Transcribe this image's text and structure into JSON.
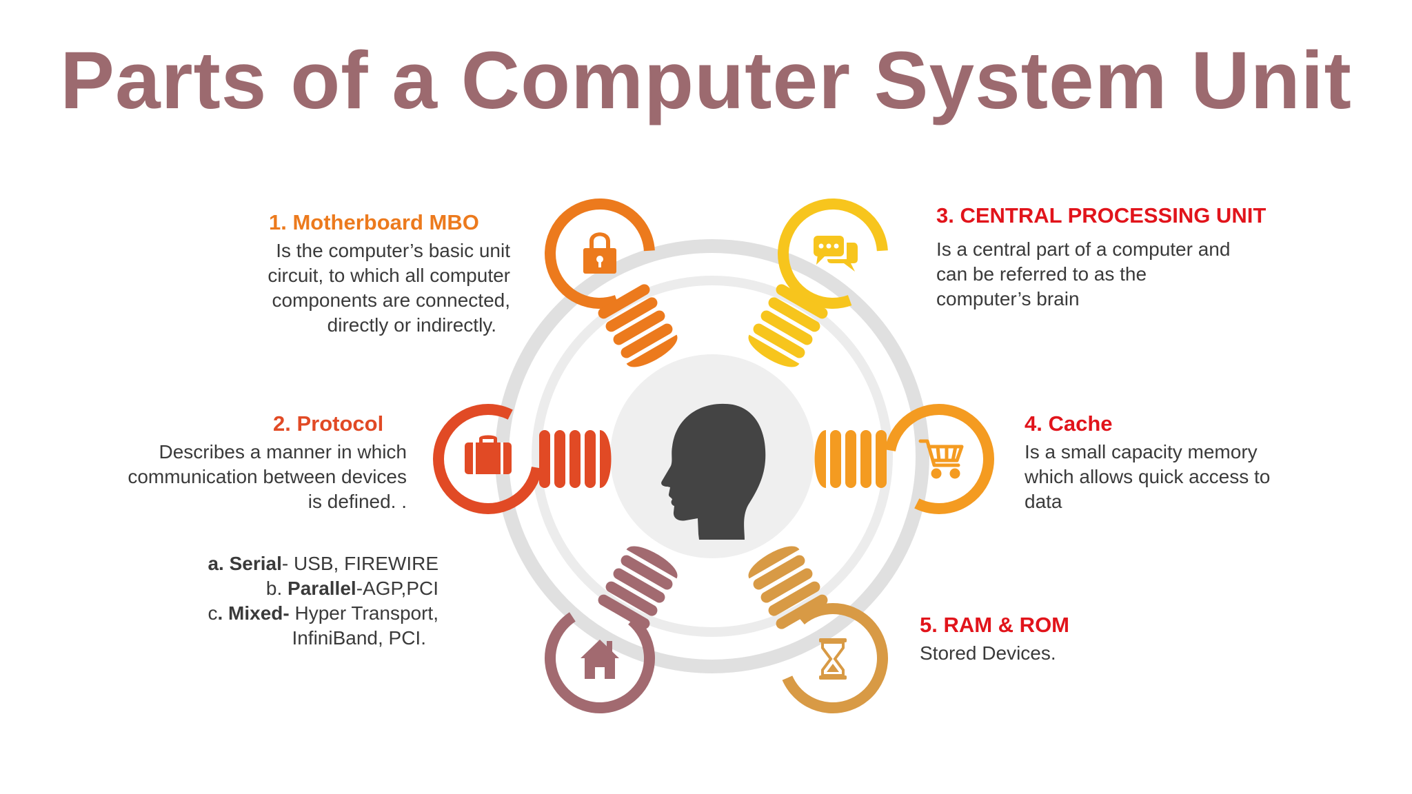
{
  "title": "Parts of a Computer System Unit",
  "colors": {
    "title": "#9c6a6f",
    "orange": "#ec7a1d",
    "yellow": "#f7c51d",
    "red": "#e14a25",
    "amber": "#f49b21",
    "mauve": "#a26a70",
    "gold": "#d89a45",
    "heading_red": "#e1141b",
    "ring": "#e0e0e0",
    "center": "#efefef",
    "head": "#444444"
  },
  "items": [
    {
      "heading": "1. Motherboard  MBO",
      "lines": [
        "Is the computer’s basic unit",
        "circuit, to which all computer",
        "components are connected,",
        "directly or indirectly."
      ],
      "icon": "lock-icon"
    },
    {
      "heading": "2. Protocol",
      "lines": [
        "Describes a manner in which",
        "communication between devices",
        "is defined. ."
      ],
      "icon": "briefcase-icon",
      "list": [
        {
          "prefix": "a.  ",
          "bold": "Serial",
          "rest": "- USB, FIREWIRE"
        },
        {
          "prefix": "b. ",
          "bold": "Parallel",
          "rest": "-AGP,PCI"
        },
        {
          "prefix": "c",
          "bold": ". Mixed-",
          "rest": " Hyper Transport,"
        },
        {
          "prefix": "",
          "bold": "",
          "rest": "InfiniBand, PCI."
        }
      ]
    },
    {
      "heading": "3. CENTRAL PROCESSING UNIT",
      "lines": [
        "Is a central part of a computer and",
        "can be referred to as the",
        "computer’s brain"
      ],
      "icon": "chat-bubbles-icon"
    },
    {
      "heading": "4. Cache",
      "lines": [
        "Is a small  capacity memory",
        "which allows quick access to",
        "data"
      ],
      "icon": "shopping-cart-icon"
    },
    {
      "heading": "5. RAM & ROM",
      "lines": [
        "Stored Devices."
      ],
      "icon": "hourglass-icon"
    }
  ],
  "home_icon": "home-icon",
  "center_icon": "head-profile-icon"
}
